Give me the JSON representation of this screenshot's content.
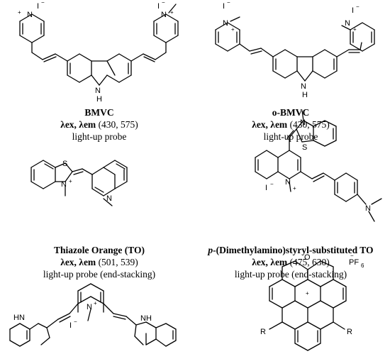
{
  "captions": [
    {
      "name": "BMVC",
      "name_italic_prefix": "",
      "lambda_label": "λex, λem",
      "lambda_values": "(430, 575)",
      "probe": "light-up probe"
    },
    {
      "name": "o-BMVC",
      "name_italic_prefix": "",
      "lambda_label": "λex, λem",
      "lambda_values": "(430, 575)",
      "probe": "light-up probe"
    },
    {
      "name": "Thiazole Orange (TO)",
      "name_italic_prefix": "",
      "lambda_label": "λex, λem",
      "lambda_values": "(501, 539)",
      "probe": "light-up probe (end-stacking)"
    },
    {
      "name": "-(Dimethylamino)styryl-substituted TO",
      "name_italic_prefix": "p",
      "lambda_label": "λex, λem",
      "lambda_values": "(475, 630)",
      "probe": "light-up probe (end-stacking)"
    }
  ],
  "atom_labels": {
    "N": "N",
    "NH": "NH",
    "HN": "HN",
    "H": "H",
    "S": "S",
    "O": "O",
    "R": "R",
    "iodide": "I",
    "minus": "−",
    "plus": "+",
    "pf6": "PF",
    "six": "6"
  }
}
